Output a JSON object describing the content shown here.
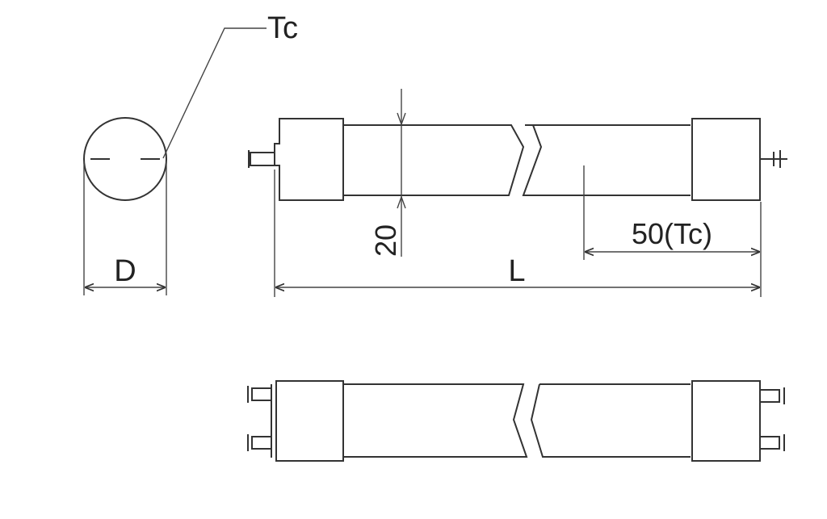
{
  "labels": {
    "tc": "Tc",
    "diameter": "D",
    "length": "L",
    "offset": "20",
    "tc_position": "50(Tc)"
  },
  "colors": {
    "line": "#333333",
    "background": "#ffffff"
  }
}
